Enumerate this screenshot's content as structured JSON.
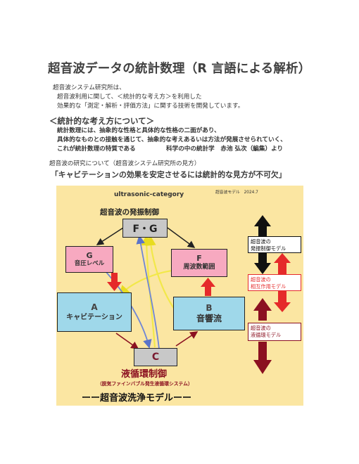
{
  "title": "超音波データの統計数理（R 言語による解析）",
  "intro": [
    "超音波システム研究所は、",
    "超音波利用に関して、＜統計的な考え方＞を利用した",
    "効果的な「測定・解析・評価方法」に関する技術を開発しています。"
  ],
  "section_heading": "＜統計的な考え方について＞",
  "section_lines": [
    "統計数理には、抽象的な性格と具体的な性格の二面があり、",
    "具体的なものとの接触を通じて、抽象的な考えあるいは方法が発展させられていく、",
    "これが統計数理の特質である"
  ],
  "citation": "科学の中の統計学　赤池 弘次（編集）より",
  "research_note": "超音波の研究について（超音波システム研究所の見方）",
  "quote": "「キャビテーションの効果を安定させるには統計的な見方が不可欠」",
  "figure": {
    "category": "ultrasonic-category",
    "model_date": "超音波モデル　2024.7",
    "oscillation_label": "超音波の発振制御",
    "fg_label": "F・G",
    "g": {
      "letter": "G",
      "label": "音圧レベル"
    },
    "f": {
      "letter": "F",
      "label": "周波数範囲"
    },
    "a": {
      "letter": "A",
      "label": "キャビテーション"
    },
    "b": {
      "letter": "B",
      "label": "音響流"
    },
    "c": {
      "letter": "C"
    },
    "circulation_label": "液循環制御",
    "circulation_sub": "（脱気ファインバブル発生液循環システム）",
    "footer": "ーー超音波洗浄モデルーー",
    "side_top": [
      "超音波の",
      "発振制御モデル"
    ],
    "side_mid": [
      "超音波の",
      "相互作用モデル"
    ],
    "side_bottom": [
      "超音波の",
      "液循環モデル"
    ]
  },
  "colors": {
    "figure_bg": "#fbe6a2",
    "gray_box": "#c8c8c8",
    "pink_box": "#f7a9c0",
    "blue_box": "#9fd8ea",
    "red_arrow": "#e52a2a",
    "dark_red": "#8b1020",
    "yellow_arrow": "#f7ef55",
    "blue_arrow": "#6f86d6"
  }
}
